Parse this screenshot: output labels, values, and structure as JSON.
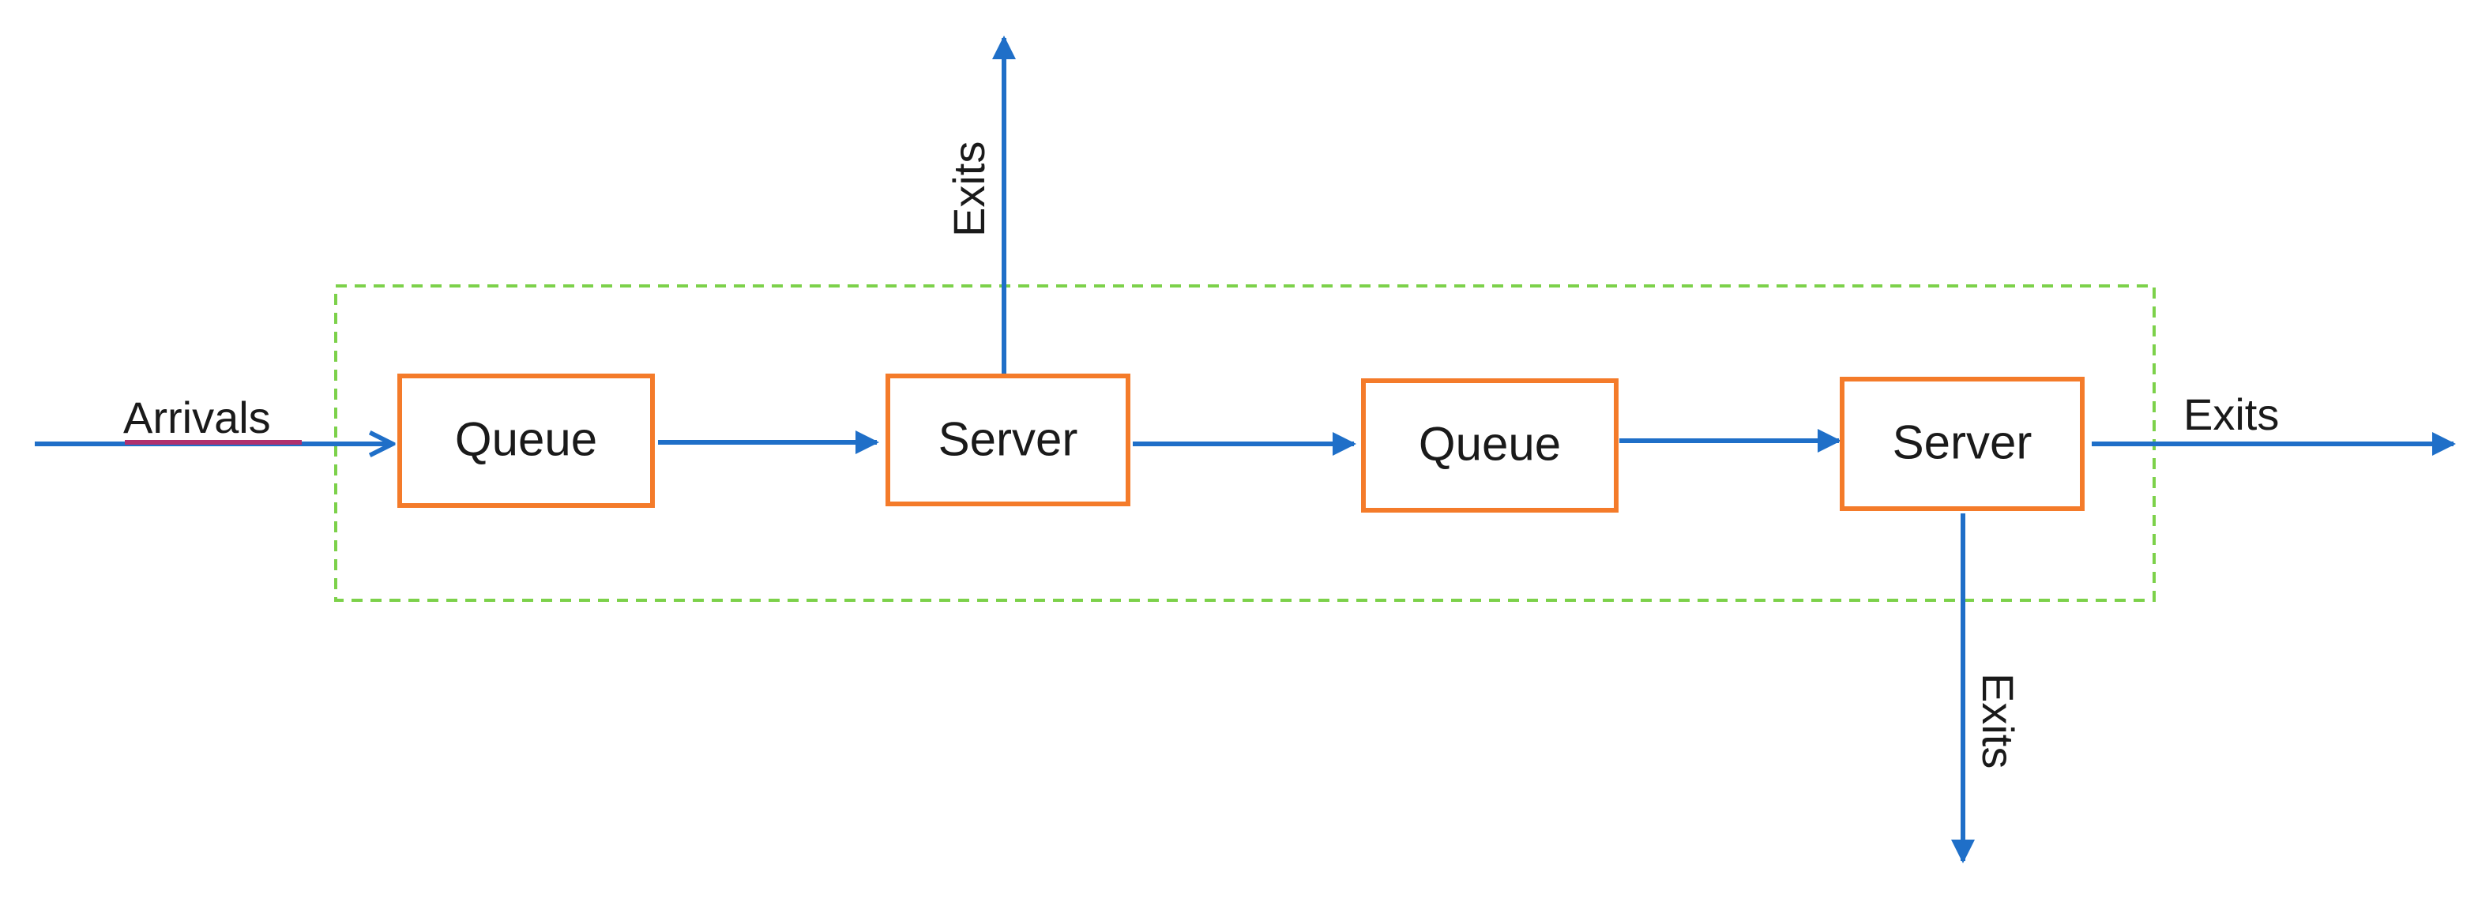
{
  "colors": {
    "box_border": "#f47b2a",
    "arrow": "#1f6fc8",
    "boundary": "#7cd14a",
    "arrivals_underline": "#b0306e"
  },
  "nodes": [
    {
      "label": "Queue"
    },
    {
      "label": "Server"
    },
    {
      "label": "Queue"
    },
    {
      "label": "Server"
    }
  ],
  "flows": {
    "arrivals": "Arrivals",
    "exit_top": "Exits",
    "exit_right": "Exits",
    "exit_bottom": "Exits"
  }
}
